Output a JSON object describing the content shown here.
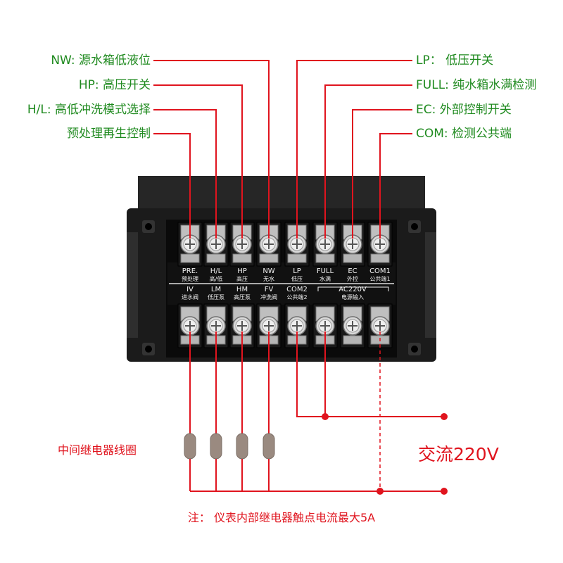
{
  "callouts_left": [
    {
      "text": "NW: 源水箱低液位",
      "terminal": 3
    },
    {
      "text": "HP: 高压开关",
      "terminal": 2
    },
    {
      "text": "H/L: 高低冲洗模式选择",
      "terminal": 1
    },
    {
      "text": "预处理再生控制",
      "terminal": 0
    }
  ],
  "callouts_right": [
    {
      "text": "LP： 低压开关",
      "terminal": 4
    },
    {
      "text": "FULL: 纯水箱水满检测",
      "terminal": 5
    },
    {
      "text": "EC: 外部控制开关",
      "terminal": 6
    },
    {
      "text": "COM: 检测公共端",
      "terminal": 7
    }
  ],
  "top_terminals": [
    {
      "code": "PRE.",
      "name": "预处理"
    },
    {
      "code": "H/L",
      "name": "高/低"
    },
    {
      "code": "HP",
      "name": "高压"
    },
    {
      "code": "NW",
      "name": "无水"
    },
    {
      "code": "LP",
      "name": "低压"
    },
    {
      "code": "FULL",
      "name": "水满"
    },
    {
      "code": "EC",
      "name": "外控"
    },
    {
      "code": "COM1",
      "name": "公共端1"
    }
  ],
  "bottom_terminals": [
    {
      "code": "IV",
      "name": "进水阀"
    },
    {
      "code": "LM",
      "name": "低压泵"
    },
    {
      "code": "HM",
      "name": "高压泵"
    },
    {
      "code": "FV",
      "name": "冲洗阀"
    },
    {
      "code": "COM2",
      "name": "公共端2"
    }
  ],
  "power_input": {
    "code": "AC220V",
    "name": "电源输入"
  },
  "coil_label": "中间继电器线圈",
  "ac_label": "交流220V",
  "note": "注：  仪表内部继电器触点电流最大5A",
  "colors": {
    "callout_text": "#1f8a1f",
    "wire": "#e0141e",
    "body": "#1b1b1b",
    "panel": "#0a0a0a",
    "label_strip": "#e8e8e8",
    "coil": "#9a8a80"
  }
}
